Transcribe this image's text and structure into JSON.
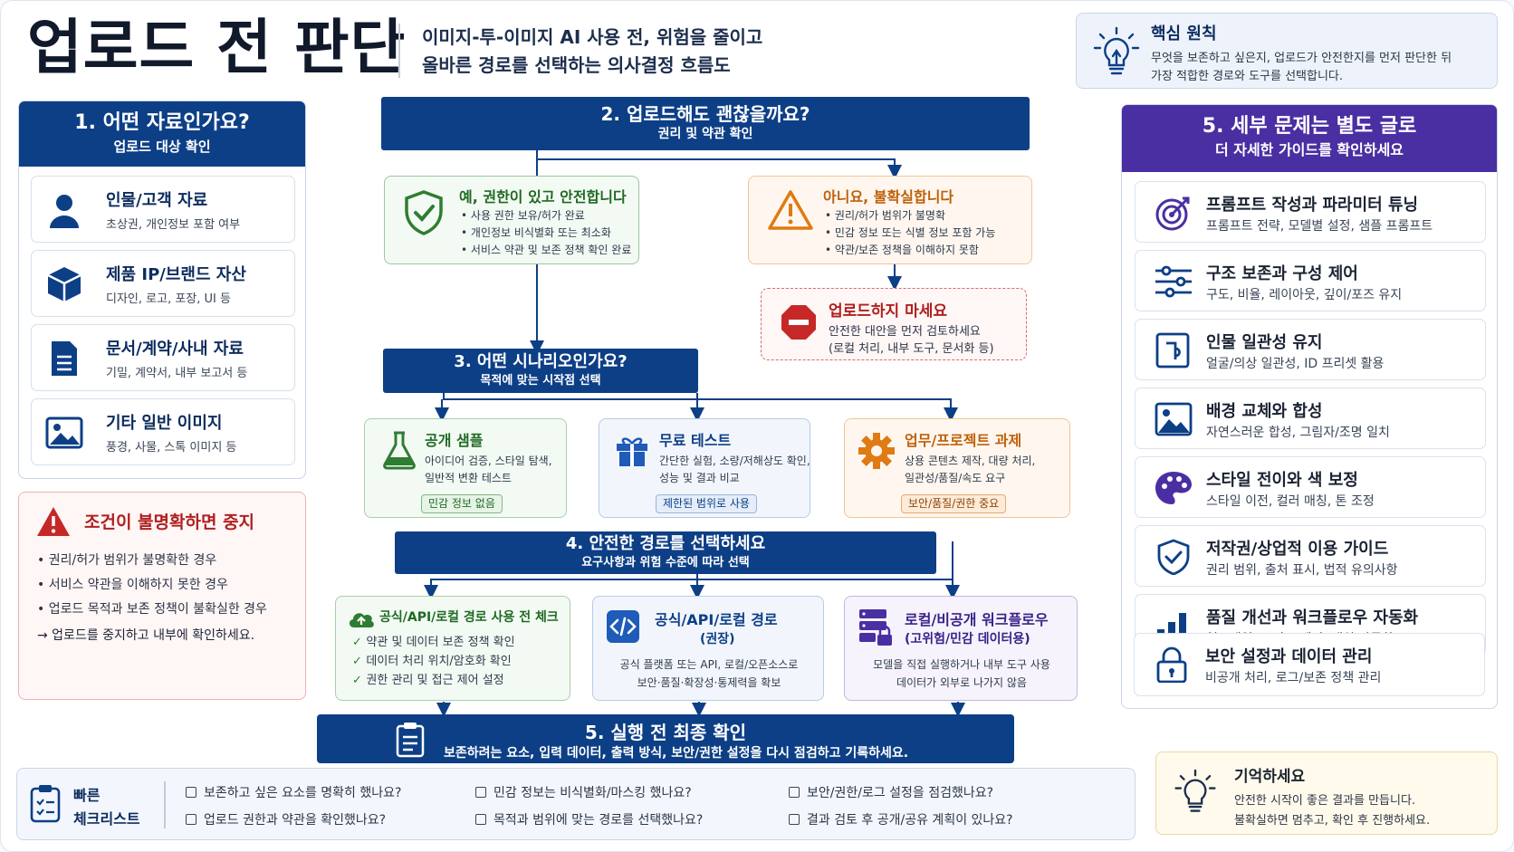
{
  "header": {
    "title": "업로드 전 판단",
    "subtitle_line1": "이미지-투-이미지 AI 사용 전, 위험을 줄이고",
    "subtitle_line2": "올바른 경로를 선택하는 의사결정 흐름도"
  },
  "principle": {
    "title": "핵심 원칙",
    "line1": "무엇을 보존하고 싶은지, 업로드가 안전한지를 먼저 판단한 뒤",
    "line2": "가장 적합한 경로와 도구를 선택합니다.",
    "icon": "lightbulb-icon"
  },
  "step1": {
    "title": "1. 어떤 자료인가요?",
    "subtitle": "업로드 대상 확인",
    "items": [
      {
        "title": "인물/고객 자료",
        "desc": "초상권, 개인정보 포함 여부",
        "icon": "person-icon"
      },
      {
        "title": "제품 IP/브랜드 자산",
        "desc": "디자인, 로고, 포장, UI 등",
        "icon": "cube-icon"
      },
      {
        "title": "문서/계약/사내 자료",
        "desc": "기밀, 계약서, 내부 보고서 등",
        "icon": "document-icon"
      },
      {
        "title": "기타 일반 이미지",
        "desc": "풍경, 사물, 스톡 이미지 등",
        "icon": "image-icon"
      }
    ]
  },
  "stop_box": {
    "title": "조건이 불명확하면 중지",
    "items": [
      "권리/허가 범위가 불명확한 경우",
      "서비스 약관을 이해하지 못한 경우",
      "업로드 목적과 보존 정책이 불확실한 경우"
    ],
    "action": "→  업로드를 중지하고 내부에 확인하세요."
  },
  "step2": {
    "title": "2. 업로드해도 괜찮을까요?",
    "subtitle": "권리 및 약관 확인",
    "yes": {
      "title": "예, 권한이 있고 안전합니다",
      "items": [
        "사용 권한 보유/허가 완료",
        "개인정보 비식별화 또는 최소화",
        "서비스 약관 및 보존 정책 확인 완료"
      ]
    },
    "no": {
      "title": "아니요, 불확실합니다",
      "items": [
        "권리/허가 범위가 불명확",
        "민감 정보 또는 식별 정보 포함 가능",
        "약관/보존 정책을 이해하지 못함"
      ]
    },
    "dont": {
      "title": "업로드하지 마세요",
      "line1": "안전한 대안을 먼저 검토하세요",
      "line2": "(로컬 처리, 내부 도구, 문서화 등)"
    }
  },
  "step3": {
    "title": "3. 어떤 시나리오인가요?",
    "subtitle": "목적에 맞는 시작점 선택",
    "options": [
      {
        "title": "공개 샘플",
        "line1": "아이디어 검증, 스타일 탐색,",
        "line2": "일반적 변환 테스트",
        "tag": "민감 정보 없음"
      },
      {
        "title": "무료 테스트",
        "line1": "간단한 실험, 소량/저해상도 확인,",
        "line2": "성능 및 결과 비교",
        "tag": "제한된 범위로 사용"
      },
      {
        "title": "업무/프로젝트 과제",
        "line1": "상용 콘텐츠 제작, 대량 처리,",
        "line2": "일관성/품질/속도 요구",
        "tag": "보안/품질/권한 중요"
      }
    ]
  },
  "step4": {
    "title": "4. 안전한 경로를 선택하세요",
    "subtitle": "요구사항과 위험 수준에 따라 선택",
    "check": {
      "title": "공식/API/로컬 경로 사용 전 체크",
      "items": [
        "약관 및 데이터 보존 정책 확인",
        "데이터 처리 위치/암호화 확인",
        "권한 관리 및 접근 제어 설정"
      ]
    },
    "official": {
      "title": "공식/API/로컬 경로",
      "sub": "(권장)",
      "line1": "공식 플랫폼 또는 API, 로컬/오픈소스로",
      "line2": "보안·품질·확장성·통제력을 확보"
    },
    "local": {
      "title": "로컬/비공개 워크플로우",
      "sub": "(고위험/민감 데이터용)",
      "line1": "모델을 직접 실행하거나 내부 도구 사용",
      "line2": "데이터가 외부로 나가지 않음"
    }
  },
  "step5_final": {
    "title": "5. 실행 전 최종 확인",
    "subtitle": "보존하려는 요소, 입력 데이터, 출력 방식, 보안/권한 설정을 다시 점검하고 기록하세요."
  },
  "guide": {
    "title": "5. 세부 문제는 별도 글로",
    "subtitle": "더 자세한 가이드를 확인하세요",
    "items": [
      {
        "title": "프롬프트 작성과 파라미터 튜닝",
        "desc": "프롬프트 전략, 모델별 설정, 샘플 프롬프트",
        "icon": "target-icon"
      },
      {
        "title": "구조 보존과 구성 제어",
        "desc": "구도, 비율, 레이아웃, 깊이/포즈 유지",
        "icon": "sliders-icon"
      },
      {
        "title": "인물 일관성 유지",
        "desc": "얼굴/의상 일관성, ID 프리셋 활용",
        "icon": "portrait-icon"
      },
      {
        "title": "배경 교체와 합성",
        "desc": "자연스러운 합성, 그림자/조명 일치",
        "icon": "image-icon"
      },
      {
        "title": "스타일 전이와 색 보정",
        "desc": "스타일 이전, 컬러 매칭, 톤 조정",
        "icon": "palette-icon"
      },
      {
        "title": "저작권/상업적 이용 가이드",
        "desc": "권리 범위, 출처 표시, 법적 유의사항",
        "icon": "shield-check-icon"
      },
      {
        "title": "품질 개선과 워크플로우 자동화",
        "desc": "업스케일, 노이즈 제거, 배치 자동화",
        "icon": "bar-chart-icon"
      },
      {
        "title": "보안 설정과 데이터 관리",
        "desc": "비공개 처리, 로그/보존 정책 관리",
        "icon": "lock-icon"
      }
    ]
  },
  "checklist": {
    "title_line1": "빠른",
    "title_line2": "체크리스트",
    "items": [
      "보존하고 싶은 요소를 명확히 했나요?",
      "민감 정보는 비식별화/마스킹 했나요?",
      "보안/권한/로그 설정을 점검했나요?",
      "업로드 권한과 약관을 확인했나요?",
      "목적과 범위에 맞는 경로를 선택했나요?",
      "결과 검토 후 공개/공유 계획이 있나요?"
    ]
  },
  "remember": {
    "title": "기억하세요",
    "line1": "안전한 시작이 좋은 결과를 만듭니다.",
    "line2": "불확실하면 멈추고, 확인 후 진행하세요."
  },
  "colors": {
    "navy": "#0d3f86",
    "purple": "#4a2fa3",
    "green": "#2f7d32",
    "orange": "#e07a12",
    "red": "#c62828"
  }
}
